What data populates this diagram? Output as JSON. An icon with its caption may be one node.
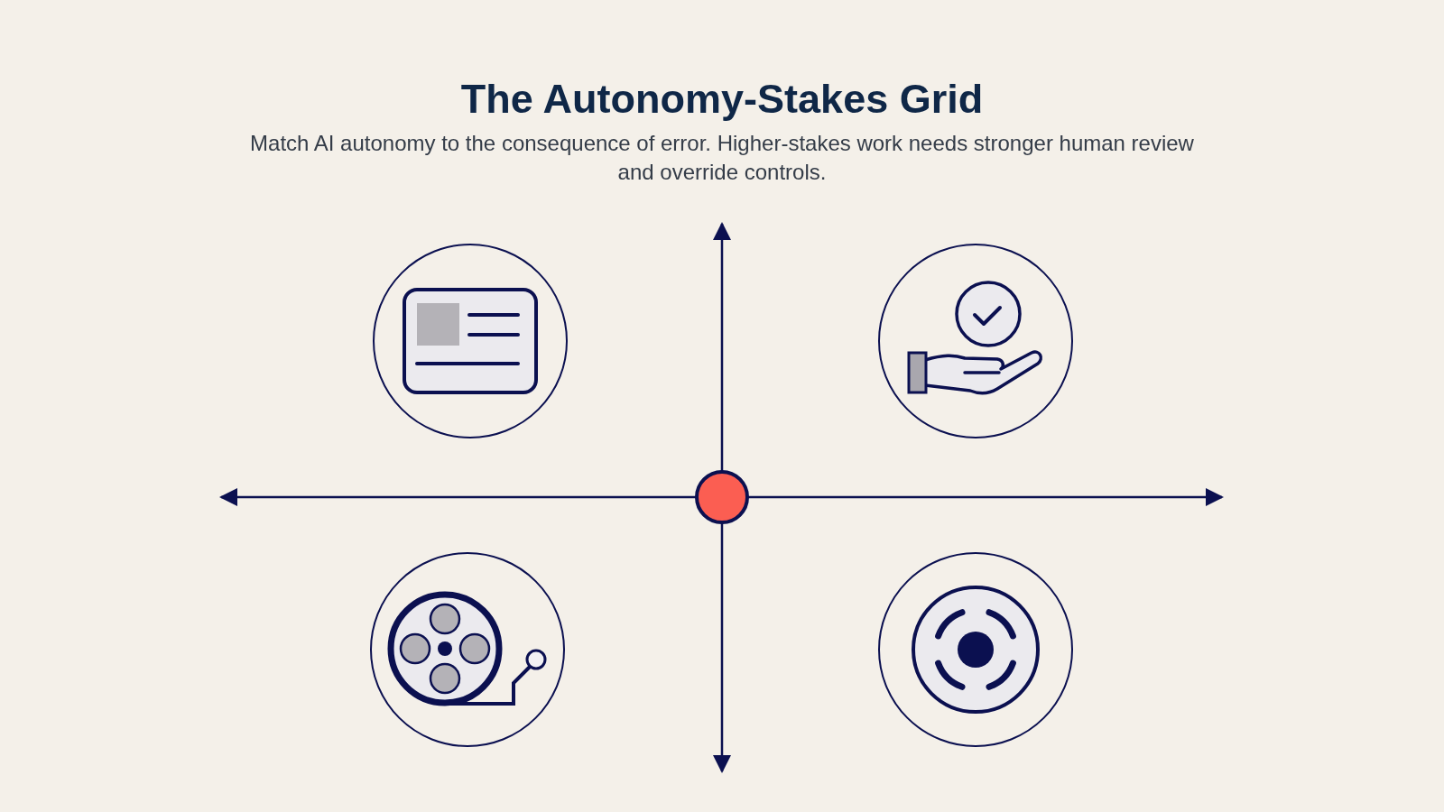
{
  "diagram": {
    "title": "The Autonomy-Stakes Grid",
    "caption": "Match AI autonomy to the consequence of error. Higher-stakes work needs stronger human review and override controls.",
    "nodes": [
      {
        "text": [],
        "shape": "picture"
      },
      {
        "text": [],
        "shape": "picture"
      },
      {
        "text": [],
        "shape": "circle"
      },
      {
        "text": [],
        "shape": "picture"
      },
      {
        "text": [],
        "shape": "picture"
      }
    ]
  }
}
